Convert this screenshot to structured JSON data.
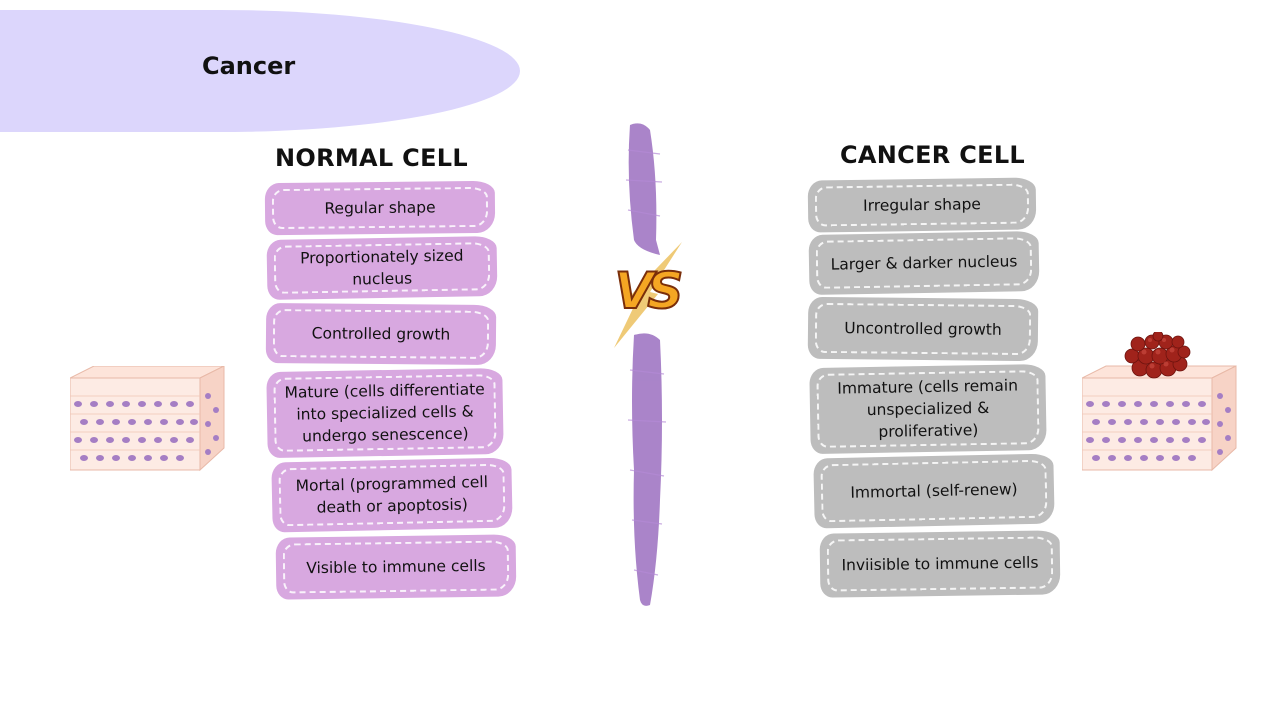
{
  "banner": {
    "title": "Cancer"
  },
  "normal": {
    "title": "NORMAL CELL",
    "items": [
      "Regular shape",
      "Proportionately sized nucleus",
      "Controlled growth",
      "Mature (cells differentiate into specialized cells & undergo senescence)",
      "Mortal (programmed cell death or apoptosis)",
      "Visible to immune cells"
    ]
  },
  "cancer": {
    "title": "CANCER CELL",
    "items": [
      "Irregular shape",
      "Larger & darker nucleus",
      "Uncontrolled growth",
      "Immature (cells remain unspecialized & proliferative)",
      "Immortal (self-renew)",
      "Inviisible to immune cells"
    ]
  },
  "vs": {
    "label": "VS"
  },
  "colors": {
    "banner": "#dcd6fc",
    "normal_box": "#d8a8e0",
    "cancer_box": "#bdbdbd",
    "divider": "#9b6fc0",
    "vs_fill": "#f5a623",
    "tumor": "#a0231b"
  }
}
